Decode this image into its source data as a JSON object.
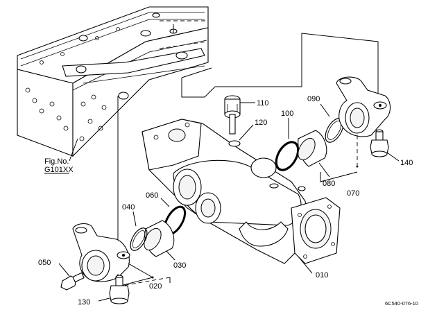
{
  "parts": [
    {
      "id": "p110",
      "number": "110"
    },
    {
      "id": "p120",
      "number": "120"
    },
    {
      "id": "p100",
      "number": "100"
    },
    {
      "id": "p090",
      "number": "090"
    },
    {
      "id": "p080",
      "number": "080"
    },
    {
      "id": "p070",
      "number": "070"
    },
    {
      "id": "p140",
      "number": "140"
    },
    {
      "id": "p060",
      "number": "060"
    },
    {
      "id": "p040",
      "number": "040"
    },
    {
      "id": "p030",
      "number": "030"
    },
    {
      "id": "p050",
      "number": "050"
    },
    {
      "id": "p020",
      "number": "020"
    },
    {
      "id": "p130",
      "number": "130"
    },
    {
      "id": "p010",
      "number": "010"
    }
  ],
  "figure_ref": {
    "line1": "Fig.No.",
    "line2": "G101XX"
  },
  "drawing_code": "6C540-076-10"
}
